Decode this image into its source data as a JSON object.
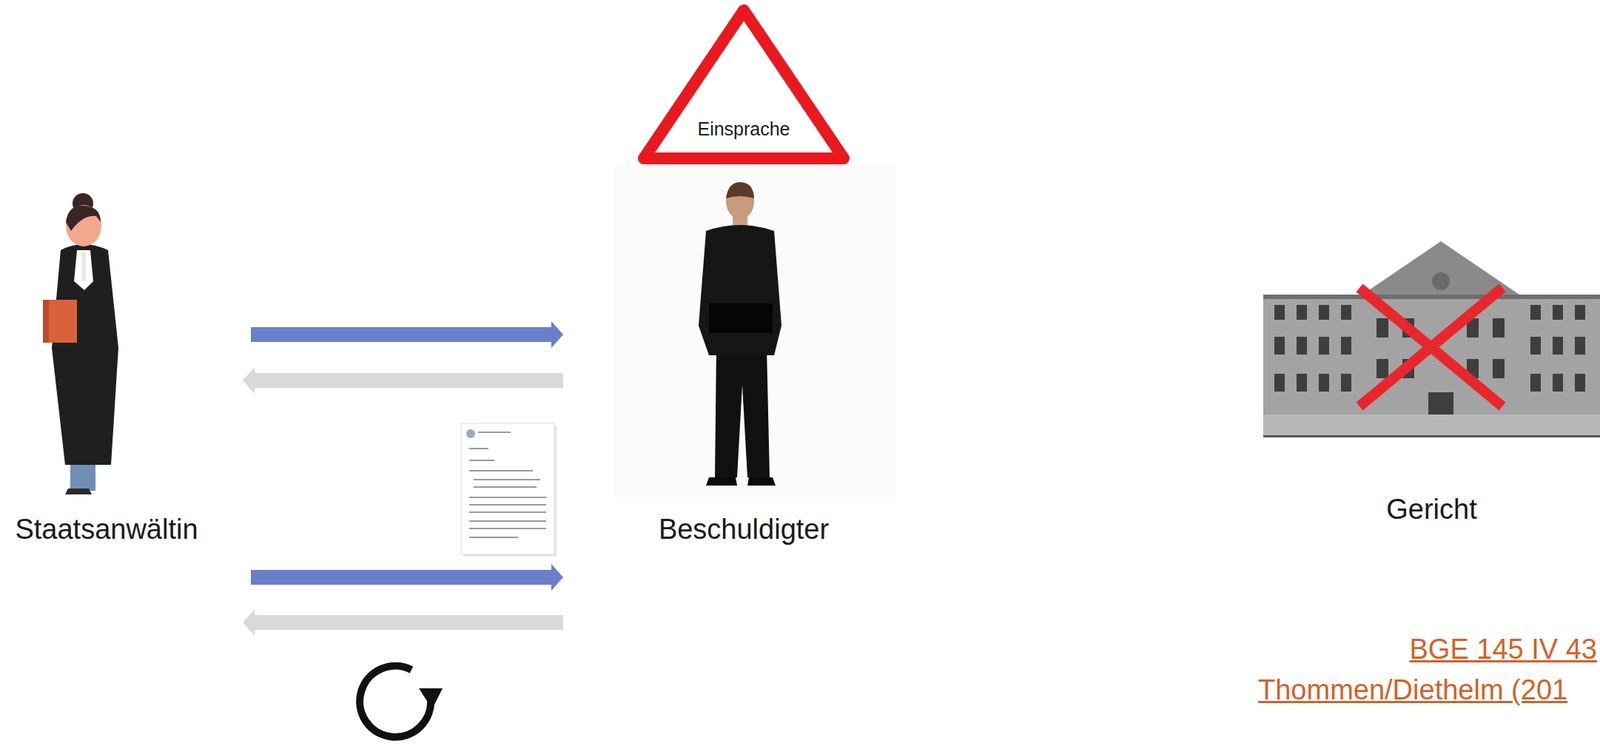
{
  "diagram": {
    "nodes": [
      {
        "text": [
          "Staatsanwältin"
        ]
      },
      {
        "text": [
          "Beschuldigter"
        ]
      },
      {
        "text": [
          "Gericht"
        ]
      },
      {
        "text": [
          "Einsprache"
        ]
      }
    ],
    "edges": [
      {
        "from": 0,
        "to": 1,
        "arrow": "to"
      },
      {
        "from": 1,
        "to": 0,
        "arrow": "to"
      },
      {
        "from": 0,
        "to": 1,
        "arrow": "to"
      },
      {
        "from": 1,
        "to": 0,
        "arrow": "to"
      }
    ],
    "labels": [
      "BGE 145 IV 43",
      "Thommen/Diethelm (201"
    ]
  }
}
